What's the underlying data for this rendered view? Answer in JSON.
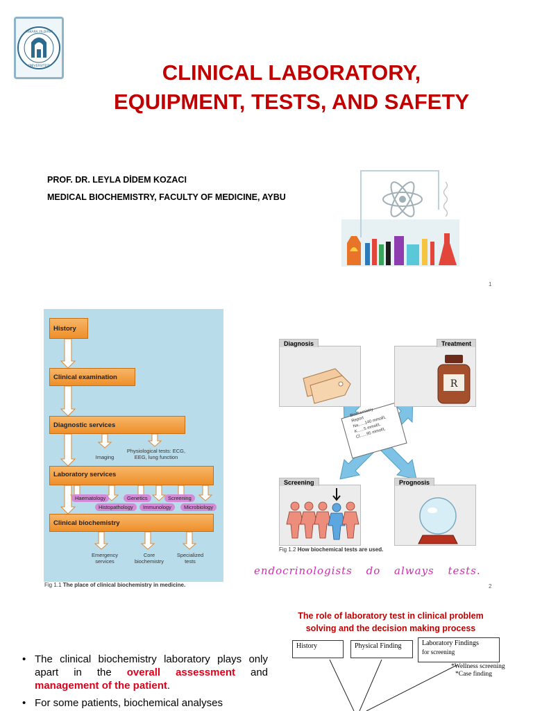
{
  "slide1": {
    "university_logo": {
      "name": "Ankara Yıldırım Beyazıt Üniversitesi",
      "icon": "university-seal-icon"
    },
    "title_line1": "CLINICAL LABORATORY,",
    "title_line2": "EQUIPMENT, TESTS, AND SAFETY",
    "author": "PROF. DR. LEYLA DİDEM KOZACI",
    "affiliation": "MEDICAL BIOCHEMISTRY, FACULTY OF MEDICINE, AYBU",
    "illustration_icon": "laboratory-atom-icon",
    "page_number": "1"
  },
  "slide2": {
    "fig1": {
      "boxes": [
        "History",
        "Clinical examination",
        "Diagnostic services",
        "Laboratory services",
        "Clinical biochemistry"
      ],
      "diag_branches": [
        "Imaging",
        "Physiological tests: ECG, EEG, lung function"
      ],
      "lab_pills_top": [
        "Haematology",
        "Genetics",
        "Screening"
      ],
      "lab_pills_bottom": [
        "Histopathology",
        "Immunology",
        "Microbiology"
      ],
      "biochem_branches": [
        "Emergency services",
        "Core biochemistry",
        "Specialized tests"
      ],
      "caption_num": "Fig 1.1",
      "caption_text": "The place of clinical biochemistry in medicine."
    },
    "fig2": {
      "folders": [
        "Diagnosis",
        "Treatment",
        "Screening",
        "Prognosis"
      ],
      "report_lines": [
        "Biochemistry",
        "Report",
        "Na......140 mmol/L",
        "K......5 mmol/L",
        "Cl......95 mmol/L"
      ],
      "caption_num": "Fig 1.2",
      "caption_text": "How biochemical tests are used."
    },
    "handwritten_note": "endocrinologists do always tests.",
    "page_number": "2"
  },
  "slide3": {
    "role_title_line1": "The role of laboratory test in clinical problem",
    "role_title_line2": "solving and the decision making process",
    "boxes": [
      "History",
      "Physical Finding",
      "Laboratory Findings"
    ],
    "lab_box_sub": "for screening",
    "notes": [
      "*Wellness screening",
      "*Case finding"
    ],
    "bullet1_pre": "The clinical biochemistry laboratory plays only apart in the ",
    "bullet1_em1": "overall assessment",
    "bullet1_mid": " and ",
    "bullet1_em2": "management of the patient",
    "bullet1_post": ".",
    "bullet2": "For some patients, biochemical analyses"
  },
  "colors": {
    "title_red": "#c00000",
    "emphasis_red": "#e0001b",
    "fig1_bg": "#b9dcea",
    "flow_orange": "#ee8f2a",
    "pill_purple": "#d48ad6",
    "handwriting_magenta": "#d02cb0",
    "arrow_blue": "#7ec3e6"
  }
}
